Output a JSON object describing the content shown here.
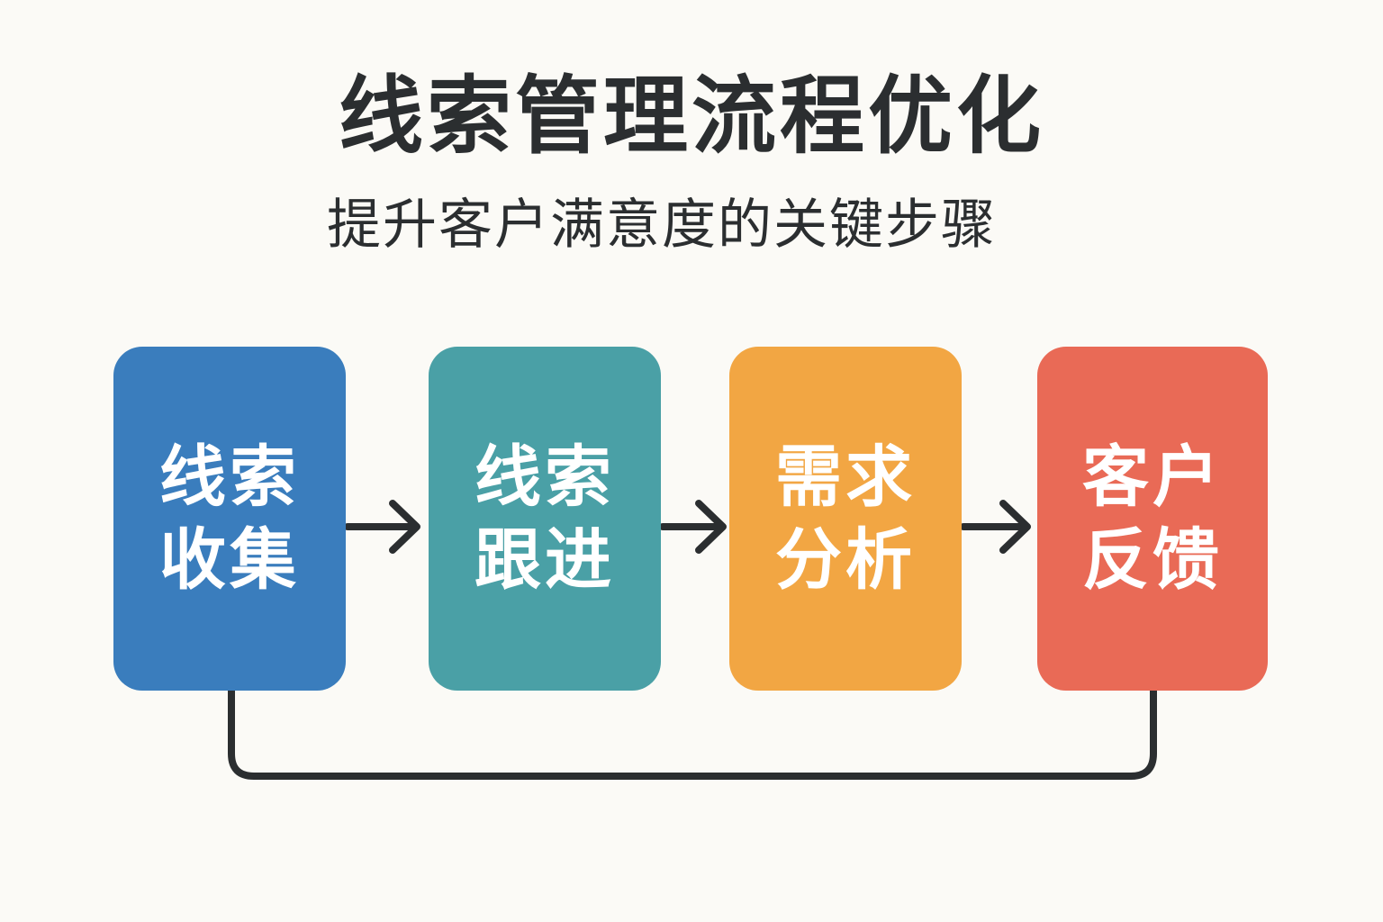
{
  "title": "线索管理流程优化",
  "subtitle": "提升客户满意度的关键步骤",
  "steps": [
    {
      "line1": "线索",
      "line2": "收集",
      "color": "#3a7dbd"
    },
    {
      "line1": "线索",
      "line2": "跟进",
      "color": "#4aa0a6"
    },
    {
      "line1": "需求",
      "line2": "分析",
      "color": "#f2a643"
    },
    {
      "line1": "客户",
      "line2": "反馈",
      "color": "#e96a56"
    }
  ],
  "connector_color": "#2b2e30"
}
